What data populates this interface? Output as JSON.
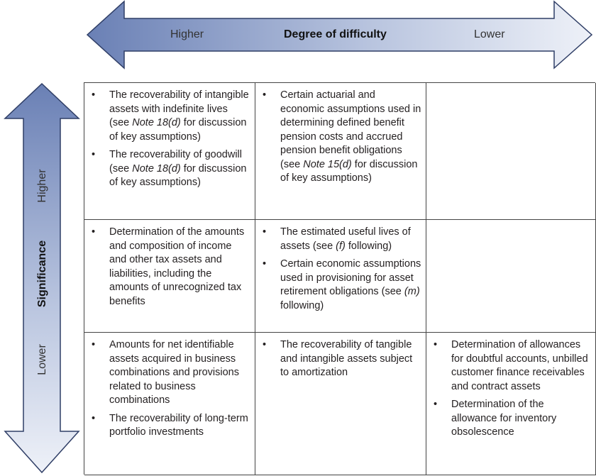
{
  "top_arrow": {
    "left_label": "Higher",
    "title": "Degree of difficulty",
    "right_label": "Lower"
  },
  "side_arrow": {
    "top_label": "Higher",
    "title": "Significance",
    "bottom_label": "Lower"
  },
  "colors": {
    "arrow_dark": "#6a80b5",
    "arrow_light": "#eef1f8",
    "arrow_stroke": "#2f3e66",
    "grid_line": "#444444"
  },
  "cells": {
    "r0c0": [
      [
        "The recoverability of intangible assets with indefinite lives (see ",
        "Note 18(d)",
        " for discussion of key assumptions)"
      ],
      [
        "The recoverability of goodwill (see ",
        "Note 18(d)",
        " for discussion of key assumptions)"
      ]
    ],
    "r0c1": [
      [
        "Certain actuarial and economic assumptions used in determining defined benefit pension costs and accrued pension benefit obligations (see ",
        "Note 15(d)",
        " for discussion of key assumptions)"
      ]
    ],
    "r0c2": [],
    "r1c0": [
      [
        "Determination of the amounts and composition of income and other tax assets and liabilities, including the amounts of unrecognized tax benefits",
        "",
        ""
      ]
    ],
    "r1c1": [
      [
        "The estimated useful lives of assets (see ",
        "(f)",
        " following)"
      ],
      [
        "Certain economic assumptions used in provisioning for asset retirement obligations (see ",
        "(m)",
        " following)"
      ]
    ],
    "r1c2": [],
    "r2c0": [
      [
        "Amounts for net identifiable assets acquired in business combinations and provisions related to business combinations",
        "",
        ""
      ],
      [
        "The recoverability of long-term portfolio investments",
        "",
        ""
      ]
    ],
    "r2c1": [
      [
        "The recoverability of tangible and intangible assets subject to amortization",
        "",
        ""
      ]
    ],
    "r2c2": [
      [
        "Determination of allowances for doubtful accounts, unbilled customer finance receivables and contract assets",
        "",
        ""
      ],
      [
        "Determination of the allowance for inventory obsolescence",
        "",
        ""
      ]
    ]
  }
}
